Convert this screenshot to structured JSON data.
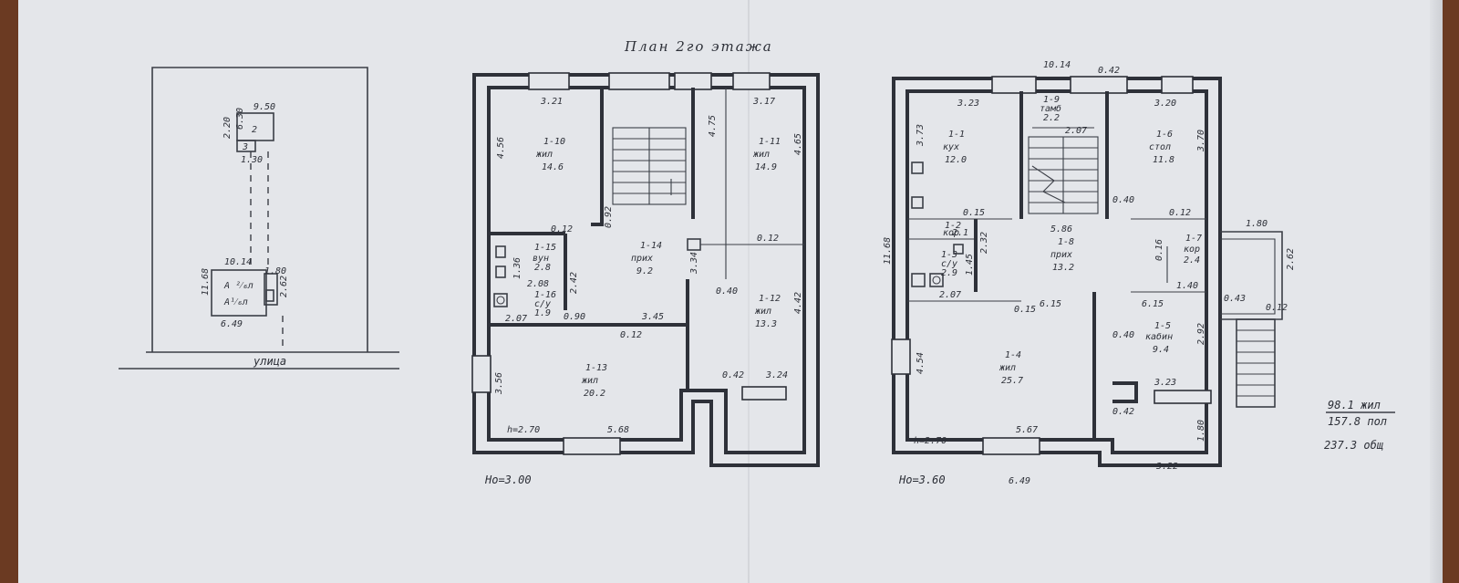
{
  "title": "План 2го этажа",
  "site_plan": {
    "dim_top": "9.50",
    "dim_side": "2.20",
    "dim_side2": "6.30",
    "block_2": "2",
    "block_3": "3",
    "dim_bottom_small": "1.30",
    "main_width": "10.14",
    "main_height": "11.68",
    "main_base": "6.49",
    "main_label": "А ²⁄₆л",
    "main_label2": "А¹⁄₆л",
    "porch": "1.80",
    "porch2": "2.62",
    "street": "улица"
  },
  "floor2": {
    "height_label": "h=2.70",
    "base_label": "Hо=3.00",
    "dims": [
      "3.21",
      "3.17",
      "4.56",
      "4.75",
      "4.65",
      "0.92",
      "3.34",
      "0.12",
      "0.12",
      "2.08",
      "2.42",
      "1.36",
      "2.07",
      "0.90",
      "3.45",
      "0.12",
      "0.40",
      "4.42",
      "3.56",
      "5.68",
      "0.42",
      "3.24"
    ],
    "rooms": [
      {
        "id": "1-10",
        "name": "жил",
        "area": "14.6"
      },
      {
        "id": "1-11",
        "name": "жил",
        "area": "14.9"
      },
      {
        "id": "1-14",
        "name": "прих",
        "area": "9.2"
      },
      {
        "id": "1-15",
        "name": "вун",
        "area": "2.8"
      },
      {
        "id": "1-16",
        "name": "с/у",
        "area": "1.9"
      },
      {
        "id": "1-12",
        "name": "жил",
        "area": "13.3"
      },
      {
        "id": "1-13",
        "name": "жил",
        "area": "20.2"
      }
    ]
  },
  "floor1": {
    "height_label": "h=2.70",
    "base_label": "Hо=3.60",
    "top_width": "10.14",
    "height": "11.68",
    "dims": [
      "3.23",
      "0.42",
      "3.20",
      "3.73",
      "3.70",
      "0.40",
      "0.12",
      "0.15",
      "2.07",
      "5.86",
      "2.32",
      "1.45",
      "0.16",
      "2.07",
      "0.15",
      "6.15",
      "1.40",
      "6.15",
      "0.40",
      "2.92",
      "4.54",
      "5.67",
      "3.23",
      "0.42",
      "1.80",
      "6.49",
      "3.22",
      "1.80",
      "2.62",
      "0.43",
      "0.12"
    ],
    "rooms": [
      {
        "id": "1-1",
        "name": "кух",
        "area": "12.0"
      },
      {
        "id": "1-9",
        "name": "тамб",
        "area": "2.2"
      },
      {
        "id": "1-6",
        "name": "стол",
        "area": "11.8"
      },
      {
        "id": "1-2",
        "name": "кор",
        "area": "2.1"
      },
      {
        "id": "1-3",
        "name": "с/у",
        "area": "2.9"
      },
      {
        "id": "1-8",
        "name": "прих",
        "area": "13.2"
      },
      {
        "id": "1-7",
        "name": "кор",
        "area": "2.4"
      },
      {
        "id": "1-5",
        "name": "кабин",
        "area": "9.4"
      },
      {
        "id": "1-4",
        "name": "жил",
        "area": "25.7"
      }
    ]
  },
  "totals": {
    "living": "98.1 жил",
    "useful": "157.8 пол",
    "total": "237.3 общ"
  }
}
